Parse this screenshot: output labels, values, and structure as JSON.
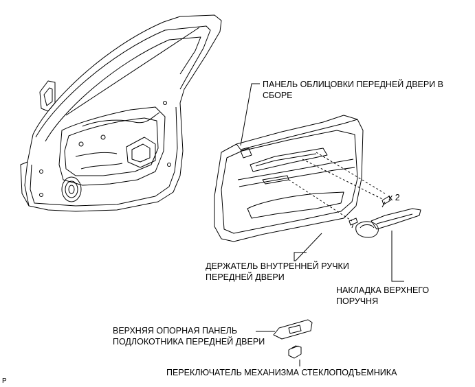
{
  "labels": {
    "trim_panel": {
      "line1": "ПАНЕЛЬ ОБЛИЦОВКИ ПЕРЕДНЕЙ ДВЕРИ В",
      "line2": "СБОРЕ"
    },
    "screw_qty": "x 2",
    "handle_bezel": {
      "line1": "ДЕРЖАТЕЛЬ ВНУТРЕННЕЙ РУЧКИ",
      "line2": "ПЕРЕДНЕЙ ДВЕРИ"
    },
    "armrest_cover": {
      "line1": "НАКЛАДКА ВЕРХНЕГО",
      "line2": "ПОРУЧНЯ"
    },
    "armrest_base": {
      "line1": "ВЕРХНЯЯ ОПОРНАЯ ПАНЕЛЬ",
      "line2": "ПОДЛОКОТНИКА ПЕРЕДНЕЙ ДВЕРИ"
    },
    "window_switch": "ПЕРЕКЛЮЧАТЕЛЬ МЕХАНИЗМА СТЕКЛОПОДЪЕМНИКА",
    "corner_mark": "P"
  }
}
